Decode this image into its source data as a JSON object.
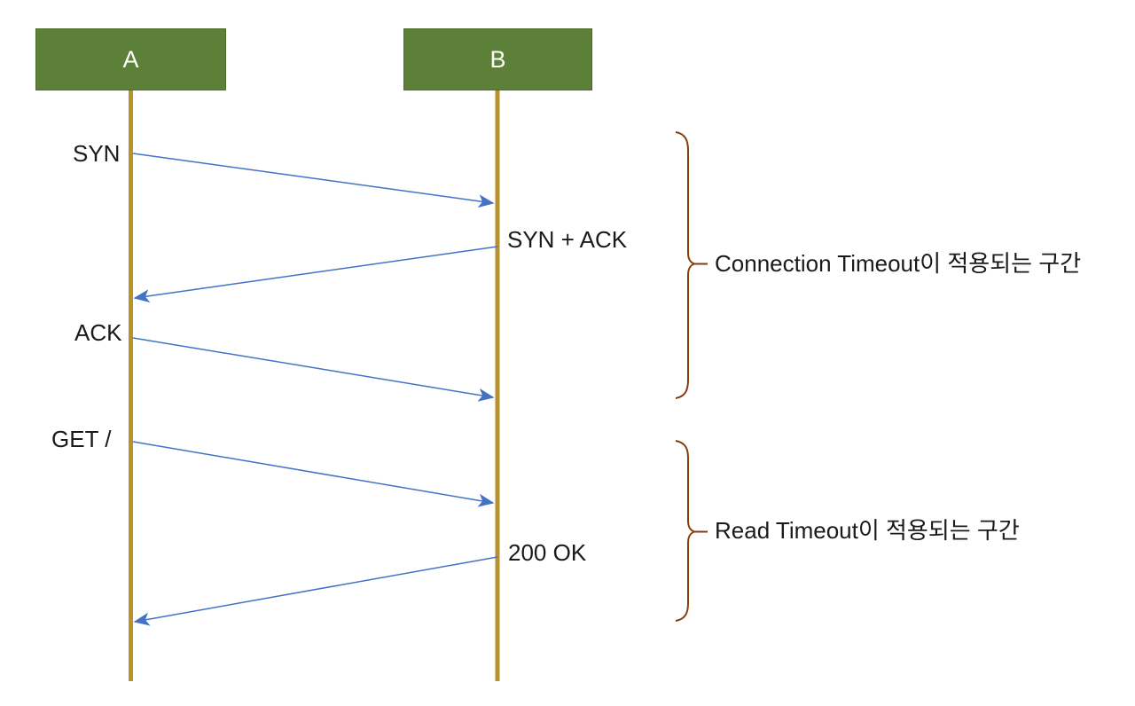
{
  "diagram": {
    "title": "TCP handshake and HTTP request sequence diagram",
    "participants": [
      {
        "id": "A",
        "label": "A"
      },
      {
        "id": "B",
        "label": "B"
      }
    ],
    "messages": [
      {
        "label": "SYN",
        "from": "A",
        "to": "B"
      },
      {
        "label": "SYN + ACK",
        "from": "B",
        "to": "A"
      },
      {
        "label": "ACK",
        "from": "A",
        "to": "B"
      },
      {
        "label": "GET /",
        "from": "A",
        "to": "B"
      },
      {
        "label": "200 OK",
        "from": "B",
        "to": "A"
      }
    ],
    "annotations": [
      {
        "label": "Connection Timeout이 적용되는 구간",
        "covers": [
          "SYN",
          "SYN + ACK",
          "ACK"
        ]
      },
      {
        "label": "Read Timeout이 적용되는 구간",
        "covers": [
          "GET /",
          "200 OK"
        ]
      }
    ],
    "colors": {
      "participant_fill": "#5d8038",
      "participant_border": "#4c6b2f",
      "participant_text": "#ffffff",
      "lifeline": "#b9922e",
      "arrow": "#4472c4",
      "bracket": "#843c0c",
      "text": "#1a1a1a",
      "background": "#ffffff"
    }
  }
}
